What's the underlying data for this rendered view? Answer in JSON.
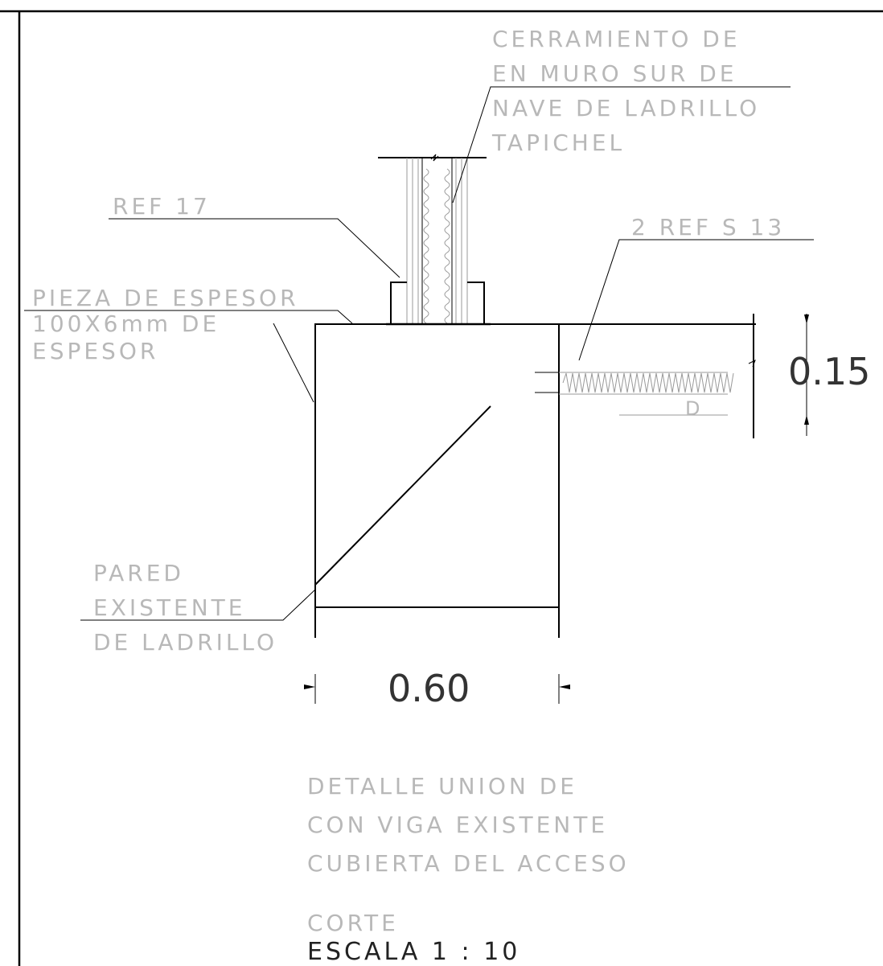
{
  "labels": {
    "top_note": [
      "CERRAMIENTO DE",
      "EN MURO SUR DE",
      "NAVE DE LADRILLO",
      "TAPICHEL"
    ],
    "ref_left": "REF 17",
    "ref_right": "2 REF S 13",
    "piece": [
      "PIEZA DE ESPESOR",
      "100X6mm DE",
      "ESPESOR"
    ],
    "wall": [
      "PARED",
      "EXISTENTE",
      "DE LADRILLO"
    ],
    "title": [
      "DETALLE UNION DE",
      "CON VIGA EXISTENTE",
      "CUBIERTA DEL ACCESO"
    ],
    "cut": "CORTE",
    "scale": "ESCALA 1 : 10",
    "small_mark": "D"
  },
  "dimensions": {
    "width": "0.60",
    "height": "0.15"
  }
}
